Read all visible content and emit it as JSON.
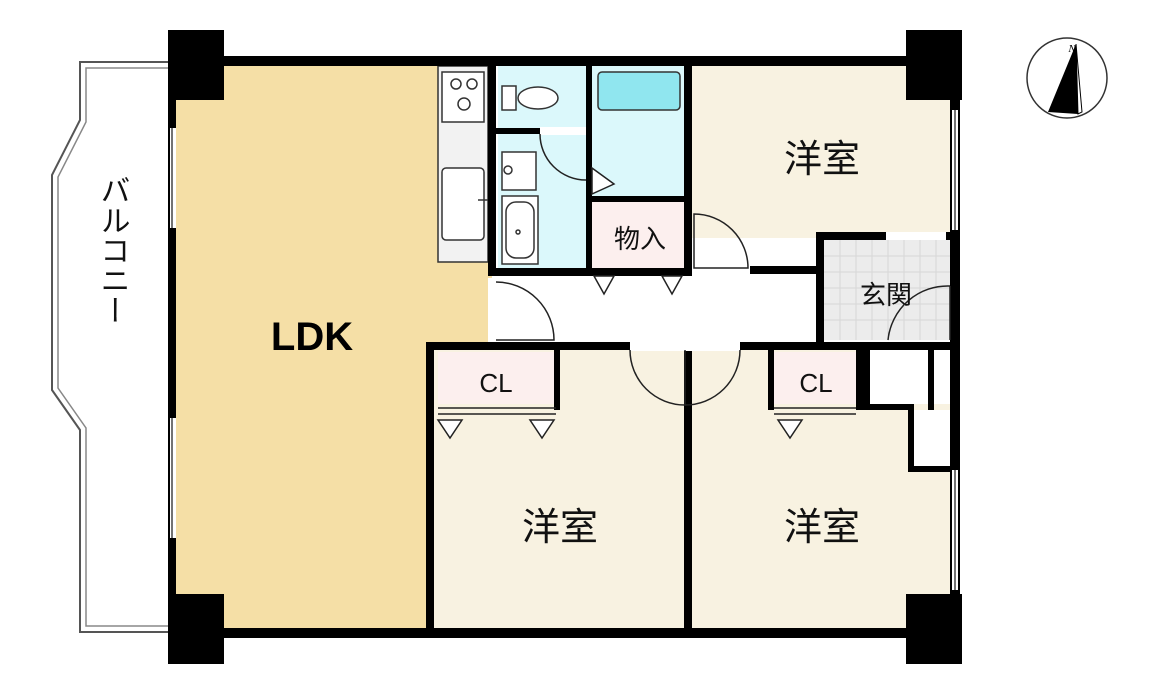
{
  "labels": {
    "ldk": "LDK",
    "western_top_right": "洋室",
    "western_bottom_middle": "洋室",
    "western_bottom_right": "洋室",
    "closet_left": "CL",
    "closet_right": "CL",
    "storage": "物入",
    "entrance": "玄関",
    "balcony": "バルコニー"
  },
  "compass": {
    "north_label": "N",
    "icon": "compass-north-icon"
  },
  "colors": {
    "ldk_fill": "#f5dfa6",
    "western_fill": "#f8f2e1",
    "wet_fill": "#dbf8fb",
    "bath_fill": "#90e6ef",
    "closet_fill": "#fcefee",
    "corridor_fill": "#ffffff",
    "entrance_fill": "#ececec",
    "wall": "#000000"
  }
}
